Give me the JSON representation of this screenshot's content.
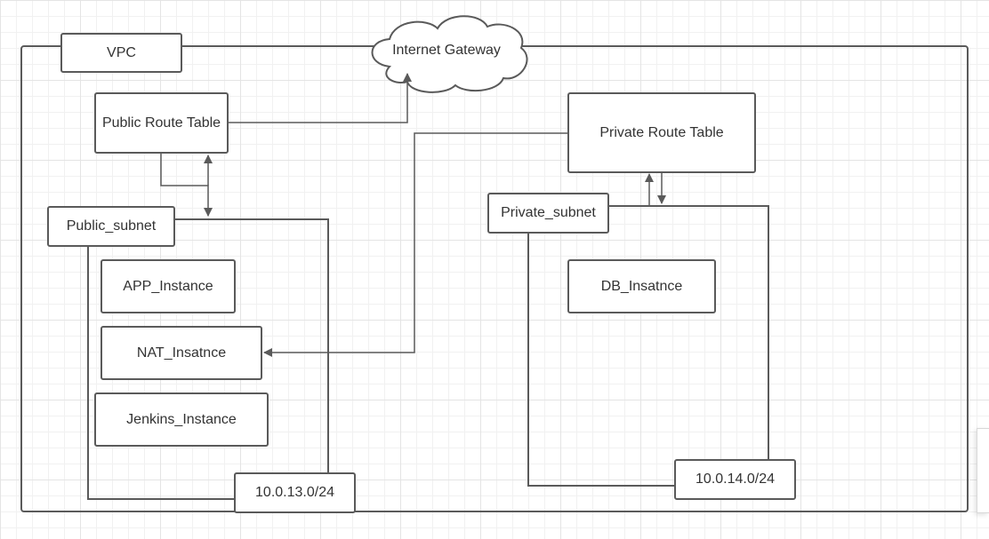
{
  "diagram": {
    "vpc_label": "VPC",
    "internet_gateway": "Internet Gateway",
    "public_route_table": "Public Route Table",
    "private_route_table": "Private Route Table",
    "public_subnet": "Public_subnet",
    "private_subnet": "Private_subnet",
    "instances": {
      "app": "APP_Instance",
      "nat": "NAT_Insatnce",
      "jenkins": "Jenkins_Instance",
      "db": "DB_Insatnce"
    },
    "public_cidr": "10.0.13.0/24",
    "private_cidr": "10.0.14.0/24"
  },
  "colors": {
    "stroke": "#5a5a5a",
    "text": "#333333",
    "grid": "#e4e4e4"
  }
}
